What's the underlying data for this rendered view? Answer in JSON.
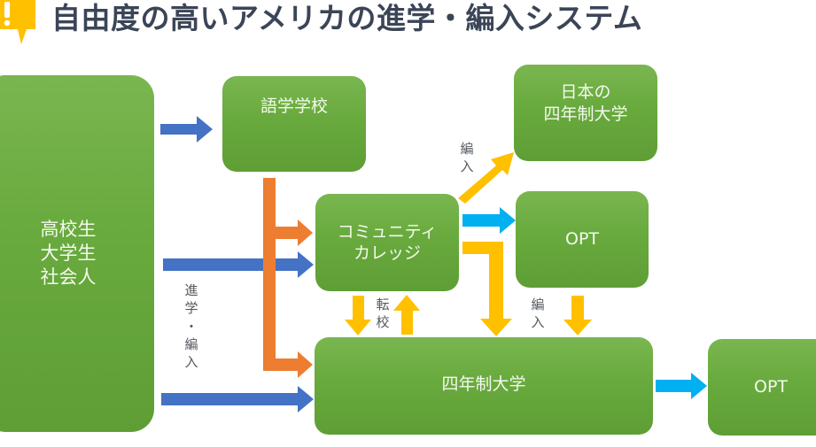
{
  "title": "自由度の高いアメリカの進学・編入システム",
  "icon": "alert-speech-bubble-icon",
  "colors": {
    "box_green": "#6aab3f",
    "arrow_blue": "#4472c4",
    "arrow_orange": "#ed7d31",
    "arrow_gold": "#ffc000",
    "arrow_cyan": "#00b0f0",
    "title_text": "#3b4557",
    "icon_yellow": "#ffc000"
  },
  "nodes": {
    "source": "高校生\n大学生\n社会人",
    "language_school": "語学学校",
    "community_college": "コミュニティ\nカレッジ",
    "japan_university": "日本の\n四年制大学",
    "opt_cc": "OPT",
    "four_year_university": "四年制大学",
    "opt_final": "OPT"
  },
  "labels": {
    "enroll_transfer": "進\n学\n・\n編\n入",
    "transfer_school": "転\n校",
    "transfer_to_japan": "編\n入",
    "transfer_from_opt": "編\n入"
  },
  "edges": [
    {
      "from": "source",
      "to": "language_school",
      "color": "blue"
    },
    {
      "from": "source",
      "to": "community_college",
      "color": "blue"
    },
    {
      "from": "source",
      "to": "four_year_university",
      "color": "blue"
    },
    {
      "from": "language_school",
      "to": "community_college",
      "color": "orange"
    },
    {
      "from": "language_school",
      "to": "four_year_university",
      "color": "orange"
    },
    {
      "from": "community_college",
      "to": "japan_university",
      "color": "gold",
      "label": "編入"
    },
    {
      "from": "community_college",
      "to": "opt_cc",
      "color": "cyan"
    },
    {
      "from": "community_college",
      "to": "four_year_university",
      "color": "gold"
    },
    {
      "from": "community_college",
      "to": "four_year_university",
      "color": "gold",
      "label": "転校"
    },
    {
      "from": "four_year_university",
      "to": "community_college",
      "color": "gold",
      "label": "転校"
    },
    {
      "from": "opt_cc",
      "to": "four_year_university",
      "color": "gold",
      "label": "編入"
    },
    {
      "from": "four_year_university",
      "to": "opt_final",
      "color": "cyan"
    }
  ]
}
